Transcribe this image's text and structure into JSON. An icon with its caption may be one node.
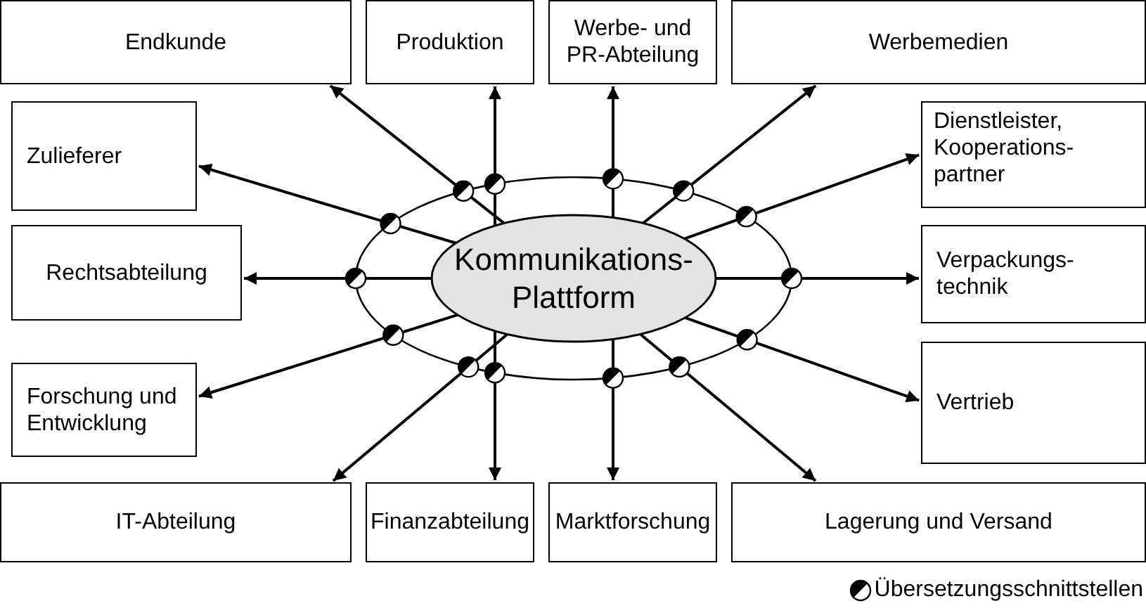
{
  "diagram": {
    "nodes": [
      {
        "text": [
          "Endkunde"
        ]
      },
      {
        "text": [
          "Produktion"
        ]
      },
      {
        "text": [
          "Werbe- und PR-Abteilung"
        ]
      },
      {
        "text": [
          "Werbemedien"
        ]
      },
      {
        "text": [
          "Zulieferer"
        ]
      },
      {
        "text": [
          "Dienstleister, Kooperations- partner"
        ]
      },
      {
        "text": [
          "Rechtsabteilung"
        ]
      },
      {
        "text": [
          "Kommunikations- Plattform"
        ]
      },
      {
        "text": [
          "Verpackungs- technik"
        ]
      },
      {
        "text": [
          "Forschung und Entwicklung"
        ]
      },
      {
        "text": [
          "Vertrieb"
        ]
      },
      {
        "text": [
          "IT-Abteilung"
        ]
      },
      {
        "text": [
          "Finanzabteilung"
        ]
      },
      {
        "text": [
          "Marktforschung"
        ]
      },
      {
        "text": [
          "Lagerung und Versand"
        ]
      }
    ],
    "edges": [
      {
        "from": 7,
        "to": 0,
        "arrow": "to"
      },
      {
        "from": 7,
        "to": 1,
        "arrow": "to"
      },
      {
        "from": 7,
        "to": 2,
        "arrow": "to"
      },
      {
        "from": 7,
        "to": 3,
        "arrow": "to"
      },
      {
        "from": 7,
        "to": 4,
        "arrow": "to"
      },
      {
        "from": 7,
        "to": 5,
        "arrow": "to"
      },
      {
        "from": 7,
        "to": 6,
        "arrow": "to"
      },
      {
        "from": 7,
        "to": 8,
        "arrow": "to"
      },
      {
        "from": 7,
        "to": 9,
        "arrow": "to"
      },
      {
        "from": 7,
        "to": 10,
        "arrow": "to"
      },
      {
        "from": 7,
        "to": 11,
        "arrow": "to"
      },
      {
        "from": 7,
        "to": 12,
        "arrow": "to"
      },
      {
        "from": 7,
        "to": 13,
        "arrow": "to"
      },
      {
        "from": 7,
        "to": 14,
        "arrow": "to"
      }
    ],
    "legend": [
      {
        "text": "Übersetzungsschnittstellen"
      }
    ]
  }
}
